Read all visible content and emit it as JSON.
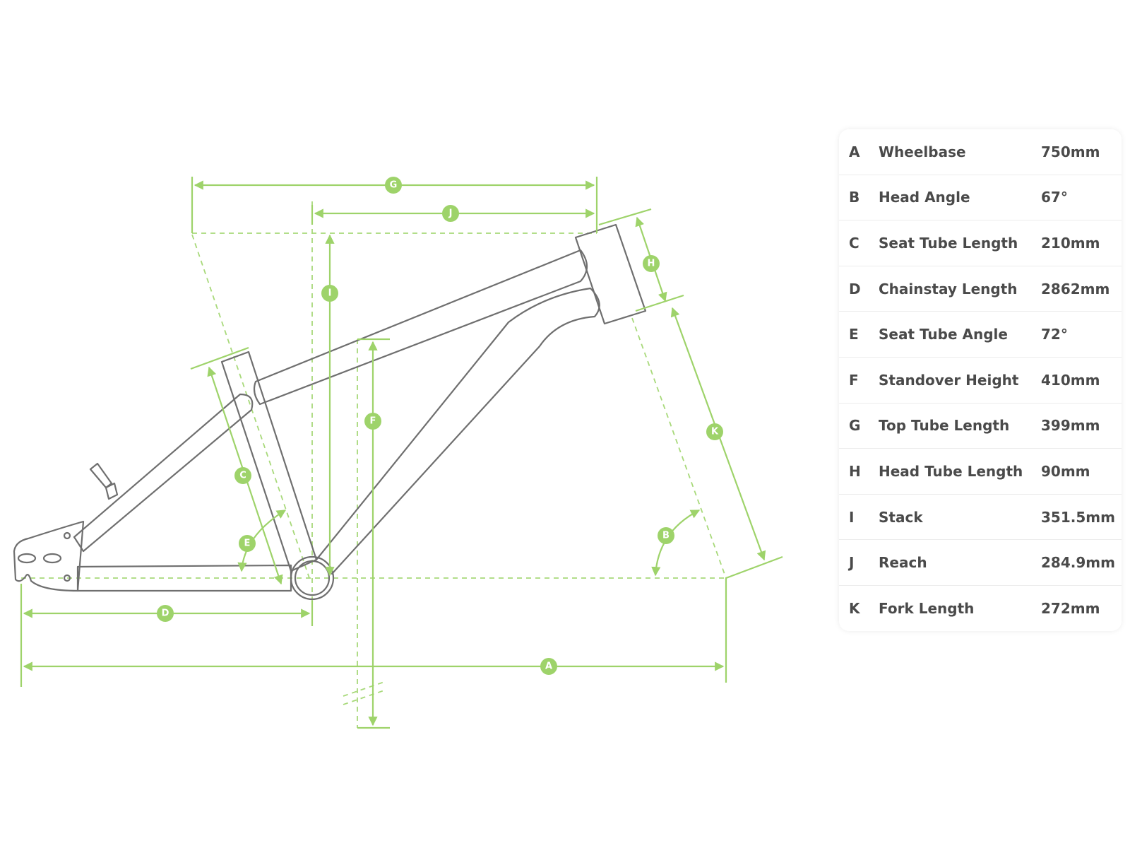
{
  "diagram": {
    "badges": [
      "A",
      "B",
      "C",
      "D",
      "E",
      "F",
      "G",
      "H",
      "I",
      "J",
      "K"
    ]
  },
  "specs": [
    {
      "letter": "A",
      "label": "Wheelbase",
      "value": "750mm"
    },
    {
      "letter": "B",
      "label": "Head Angle",
      "value": "67°"
    },
    {
      "letter": "C",
      "label": "Seat Tube Length",
      "value": "210mm"
    },
    {
      "letter": "D",
      "label": "Chainstay Length",
      "value": "2862mm"
    },
    {
      "letter": "E",
      "label": "Seat Tube Angle",
      "value": "72°"
    },
    {
      "letter": "F",
      "label": "Standover Height",
      "value": "410mm"
    },
    {
      "letter": "G",
      "label": "Top Tube Length",
      "value": "399mm"
    },
    {
      "letter": "H",
      "label": "Head Tube Length",
      "value": "90mm"
    },
    {
      "letter": "I",
      "label": "Stack",
      "value": "351.5mm"
    },
    {
      "letter": "J",
      "label": "Reach",
      "value": "284.9mm"
    },
    {
      "letter": "K",
      "label": "Fork Length",
      "value": "272mm"
    }
  ],
  "colors": {
    "dimension_green": "#9ed36a",
    "frame_gray": "#6f6f6f",
    "text": "#4a4a4a"
  }
}
